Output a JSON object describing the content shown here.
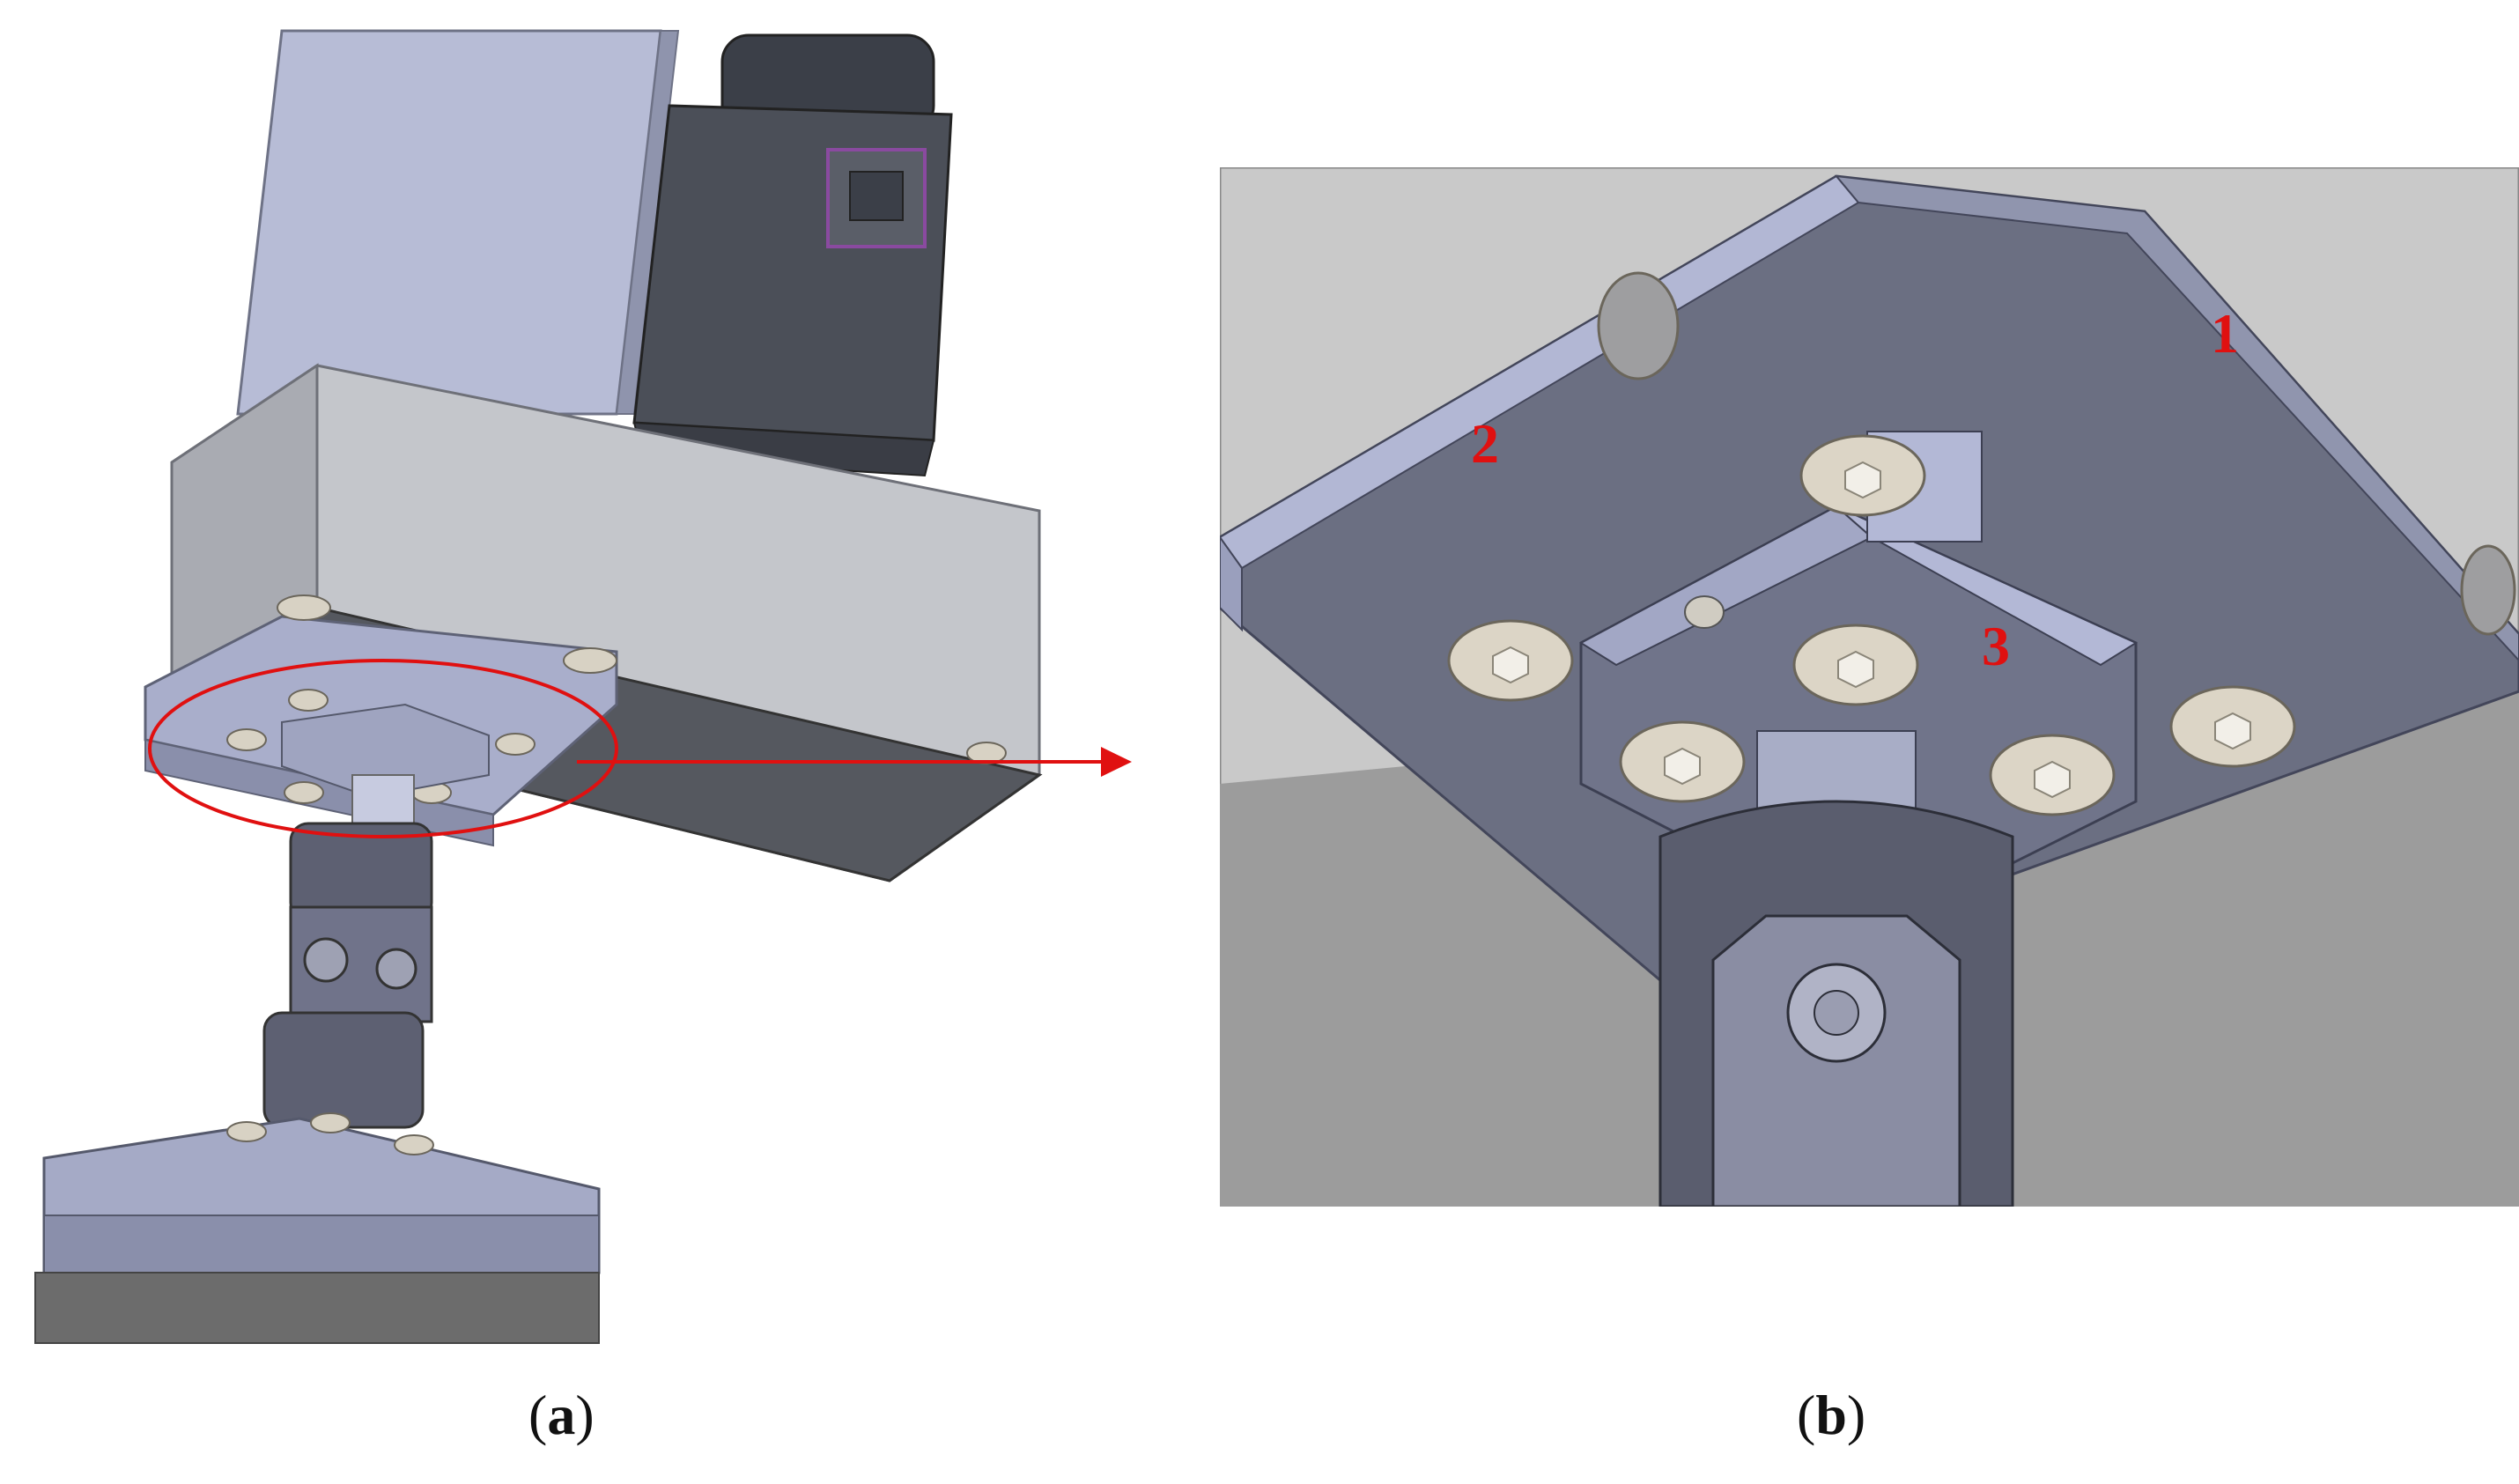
{
  "figure": {
    "panels": [
      {
        "id": "a",
        "caption_open": "(",
        "caption_letter": "a",
        "caption_close": ")"
      },
      {
        "id": "b",
        "caption_open": "(",
        "caption_letter": "b",
        "caption_close": ")"
      }
    ],
    "part_labels": {
      "base": "1",
      "plate": "2",
      "bracket": "3"
    },
    "colors": {
      "metal_light": "#b4b9d2",
      "metal_mid": "#9aa0bd",
      "metal_dark": "#6a6e80",
      "gray_box": "#c9c9c9",
      "bolt": "#d8d2c4",
      "callout_red": "#e01010"
    }
  }
}
